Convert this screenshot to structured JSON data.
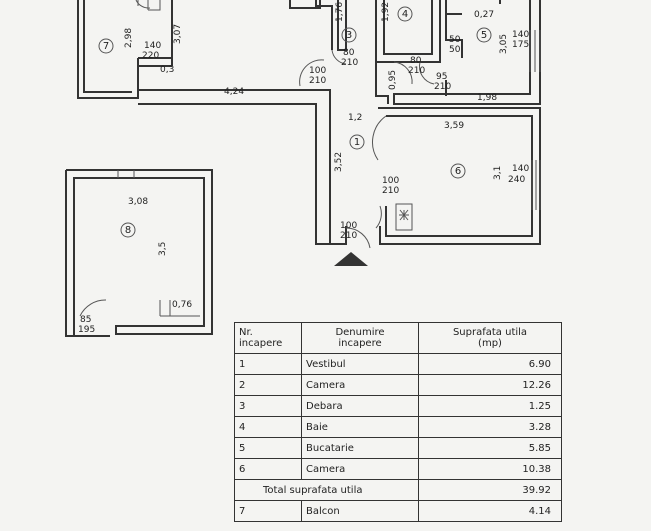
{
  "plan": {
    "rooms": [
      {
        "id": "1",
        "label": "1"
      },
      {
        "id": "3",
        "label": "3"
      },
      {
        "id": "4",
        "label": "4"
      },
      {
        "id": "5",
        "label": "5"
      },
      {
        "id": "6",
        "label": "6"
      },
      {
        "id": "7",
        "label": "7"
      },
      {
        "id": "8",
        "label": "8"
      }
    ],
    "dims": {
      "d_2_98": "2,98",
      "d_3_07": "3,07",
      "d_140_220": "140\n220",
      "d_0_3": "0,3",
      "d_1_76": "1,76",
      "d_80_210_a": "80\n210",
      "d_100_210_a": "100\n210",
      "d_1_92": "1,92",
      "d_0_27": "0,27",
      "d_50_50": "50\n50",
      "d_80_210_b": "80\n210",
      "d_95_210": "95\n210",
      "d_140_175": "140\n175",
      "d_3_05": "3,05",
      "d_0_95": "0,95",
      "d_4_24": "4,24",
      "d_1_98": "1,98",
      "d_1_2": "1,2",
      "d_3_59": "3,59",
      "d_3_52": "3,52",
      "d_100_210_b": "100\n210",
      "d_140_240": "140\n240",
      "d_3_1": "3,1",
      "d_100_210_c": "100\n210",
      "d_3_08": "3,08",
      "d_3_5": "3,5",
      "d_0_76": "0,76",
      "d_85_195": "85\n195"
    }
  },
  "table": {
    "headers": {
      "nr": "Nr.\nincapere",
      "name": "Denumire\nincapere",
      "area": "Suprafata utila\n(mp)"
    },
    "rows": [
      {
        "nr": "1",
        "name": "Vestibul",
        "area": "6.90"
      },
      {
        "nr": "2",
        "name": "Camera",
        "area": "12.26"
      },
      {
        "nr": "3",
        "name": "Debara",
        "area": "1.25"
      },
      {
        "nr": "4",
        "name": "Baie",
        "area": "3.28"
      },
      {
        "nr": "5",
        "name": "Bucatarie",
        "area": "5.85"
      },
      {
        "nr": "6",
        "name": "Camera",
        "area": "10.38"
      }
    ],
    "total": {
      "label": "Total suprafata utila",
      "area": "39.92"
    },
    "extra_rows": [
      {
        "nr": "7",
        "name": "Balcon",
        "area": "4.14"
      }
    ]
  }
}
